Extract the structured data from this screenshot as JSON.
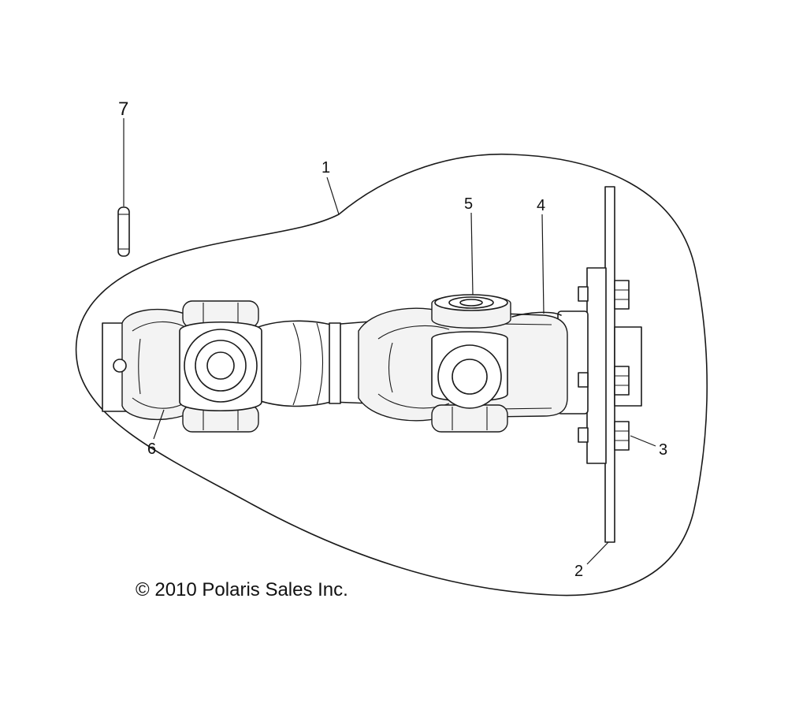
{
  "callouts": {
    "c1": "1",
    "c2": "2",
    "c3": "3",
    "c4": "4",
    "c5": "5",
    "c6": "6",
    "c7": "7"
  },
  "copyright": "© 2010 Polaris Sales Inc."
}
